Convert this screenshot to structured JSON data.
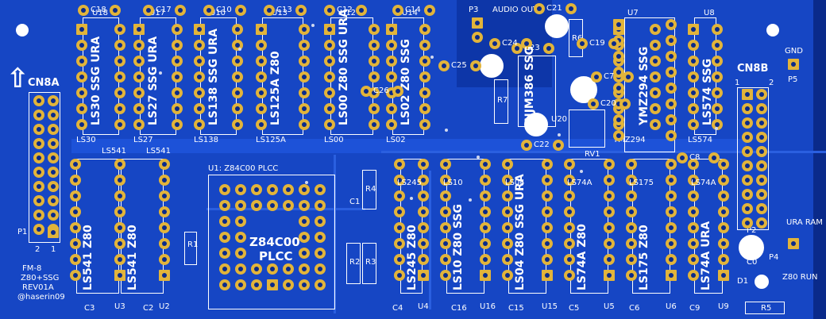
{
  "board": {
    "title_lines": [
      "FM-8",
      "Z80+SSG",
      "REV01A",
      "@haserin09"
    ],
    "connectors": {
      "left": "CN8A",
      "right": "CN8B",
      "left_pin1": "1",
      "left_pin2": "2",
      "left_ref": "P1",
      "right_pin1": "1",
      "right_pin2": "2",
      "right_ref": "P2"
    },
    "top_chips": [
      {
        "ref": "U18",
        "text": "LS30 SSG URA",
        "bottom": "LS30"
      },
      {
        "ref": "U17",
        "text": "LS27 SSG URA",
        "bottom": "LS27"
      },
      {
        "ref": "U10",
        "text": "LS138 SSG URA",
        "bottom": "LS138"
      },
      {
        "ref": "U13",
        "text": "LS125A Z80",
        "bottom": "LS125A"
      },
      {
        "ref": "U12",
        "text": "LS00 Z80 SSG URA",
        "bottom": "LS00"
      },
      {
        "ref": "U14",
        "text": "LS02 Z80 SSG",
        "bottom": "LS02"
      },
      {
        "ref": "U7",
        "text": "YMZ294 SSG",
        "bottom": "YMZ294"
      },
      {
        "ref": "U8",
        "text": "LS574 SSG",
        "bottom": "LS574"
      }
    ],
    "bottom_chips": [
      {
        "ref": "U3",
        "text": "LS541 Z80",
        "top": "LS541"
      },
      {
        "ref": "U2",
        "text": "LS541 Z80",
        "top": "LS541"
      },
      {
        "ref": "U4",
        "text": "LS245 Z80",
        "top": "LS245"
      },
      {
        "ref": "U16",
        "text": "LS10 Z80 SSG",
        "top": "LS10"
      },
      {
        "ref": "U15",
        "text": "LS04 Z80 SSG URA",
        "top": "LS04"
      },
      {
        "ref": "U5",
        "text": "LS74A Z80",
        "top": "LS74A"
      },
      {
        "ref": "U6",
        "text": "LS175 Z80",
        "top": "LS175"
      },
      {
        "ref": "U9",
        "text": "LS74A URA",
        "top": "LS74A"
      }
    ],
    "cpu": {
      "ref": "U1",
      "label_top": "Z84C00 PLCC",
      "text1": "Z84C00",
      "text2": "PLCC"
    },
    "amp": {
      "ref": "U20",
      "text": "NJM386 SSG"
    },
    "caps_top": [
      "C18",
      "C17",
      "C10",
      "C13",
      "C12",
      "C14",
      "C21",
      "C23",
      "C24",
      "C25",
      "C19",
      "C7",
      "C20",
      "C22",
      "C26",
      "C8"
    ],
    "caps_bottom": [
      "C3",
      "C2",
      "C4",
      "C16",
      "C15",
      "C5",
      "C6",
      "C9",
      "C1",
      "C0"
    ],
    "resistors": [
      "R1",
      "R2",
      "R3",
      "R4",
      "R5",
      "R6",
      "R7",
      "RV1"
    ],
    "misc": {
      "audio_out": "AUDIO OUT",
      "p3": "P3",
      "gnd": "GND",
      "p5": "P5",
      "ura_ram": "URA RAM",
      "p4": "P4",
      "z80_run": "Z80 RUN",
      "d1": "D1"
    },
    "colors": {
      "board": "#1140b8",
      "copper": "#1a4fd0",
      "pad": "#e2b43a",
      "silk": "#ffffff"
    }
  }
}
